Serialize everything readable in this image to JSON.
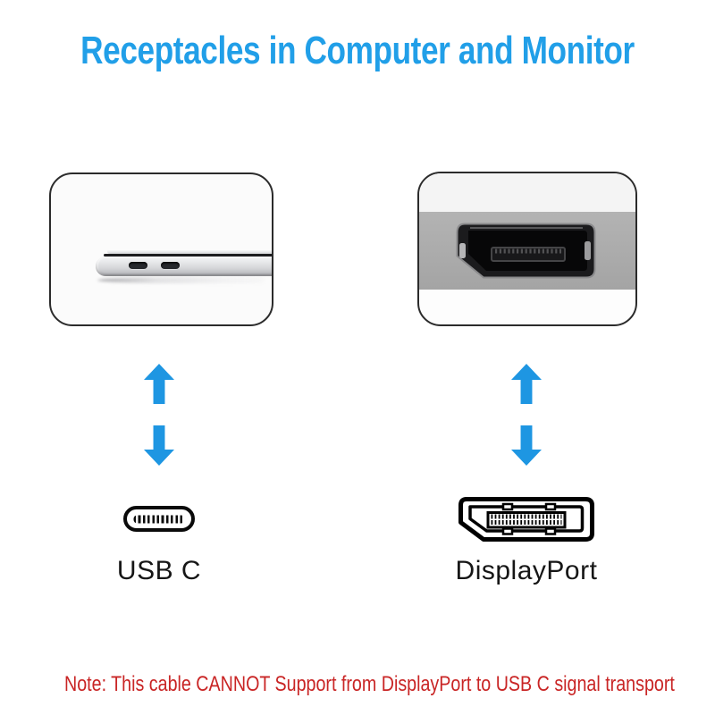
{
  "title": {
    "text": "Receptacles in Computer and Monitor",
    "color": "#219fe8"
  },
  "photos": {
    "computer_panel_icon": "macbook-edge-usb-c-ports-photo",
    "monitor_panel_icon": "displayport-receptacle-photo"
  },
  "arrows": {
    "type": "bidirectional-vertical",
    "color": "#1e96e2",
    "icons": [
      "arrow-up-icon",
      "arrow-down-icon"
    ]
  },
  "connectors": {
    "usb_c": {
      "label": "USB C",
      "icon": "usb-c-connector-icon"
    },
    "displayport": {
      "label": "DisplayPort",
      "icon": "displayport-connector-icon"
    }
  },
  "note": {
    "text": "Note: This cable CANNOT Support from DisplayPort to USB C signal transport",
    "color": "#c92525"
  }
}
